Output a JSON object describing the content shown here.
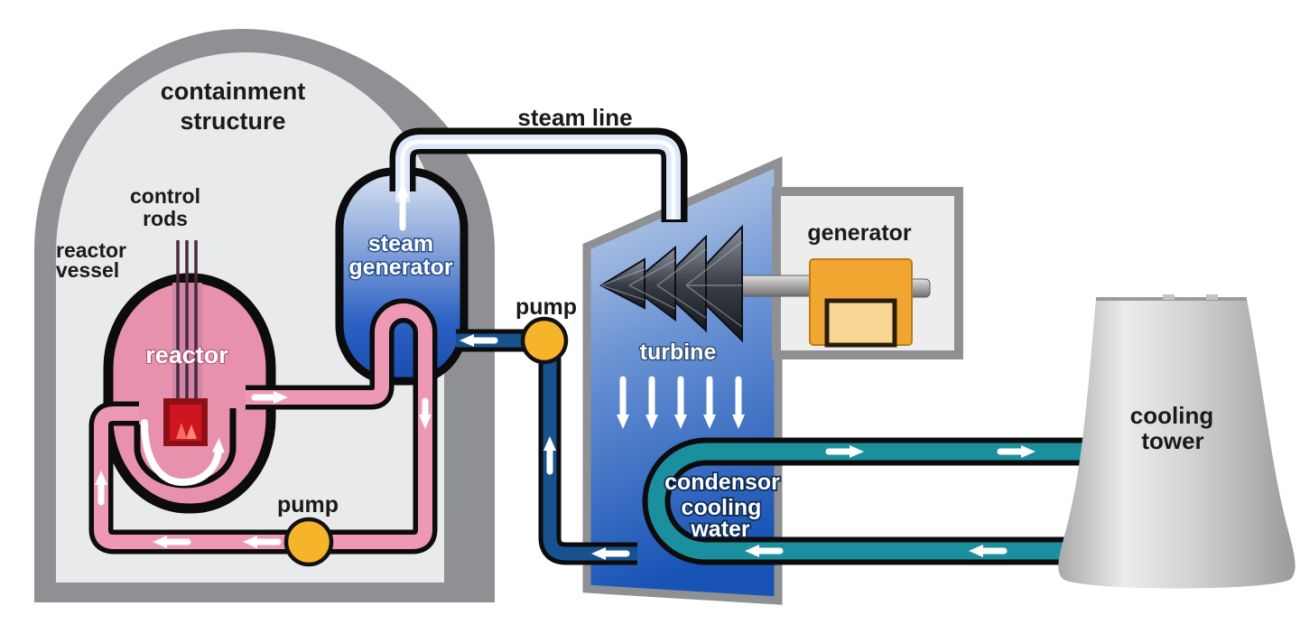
{
  "diagram": {
    "subject": "pressurized-water-reactor-power-plant-schematic",
    "labels": {
      "containment_structure": {
        "line1": "containment",
        "line2": "structure"
      },
      "steam_line": "steam line",
      "control_rods": {
        "line1": "control",
        "line2": "rods"
      },
      "reactor_vessel": {
        "line1": "reactor",
        "line2": "vessel"
      },
      "reactor": "reactor",
      "steam_generator": {
        "line1": "steam",
        "line2": "generator"
      },
      "primary_pump": "pump",
      "feedwater_pump": "pump",
      "turbine": "turbine",
      "generator": "generator",
      "condenser_cooling_water": {
        "line1": "condensor",
        "line2": "cooling",
        "line3": "water"
      },
      "cooling_tower": {
        "line1": "cooling",
        "line2": "tower"
      }
    },
    "icons": {
      "flow_arrow": "white arrow showing fluid flow direction",
      "circulation_arrow": "white curved arrow showing coolant circulation inside reactor vessel",
      "turbine_cones": "nested dark fan cones representing turbine blades",
      "pump": "yellow circle on a pipe"
    },
    "colors": {
      "background": "#ffffff",
      "containment_wall": "#8e9094",
      "containment_interior": "#e9eaec",
      "primary_loop_pink": "#ee99b4",
      "reactor_vessel_fill": "#e891ad",
      "reactor_core_red": "#cf1620",
      "steam_generator_top": "#d4def0",
      "steam_generator_bottom": "#1a4cb0",
      "steam_line_fill": "#dde7f7",
      "feedwater_blue": "#17528f",
      "condenser_loop_teal": "#1a8f9e",
      "pump_yellow": "#f6b42a",
      "turbine_panel_top": "#c9d6ea",
      "turbine_panel_bottom": "#1853b5",
      "generator_unit_orange": "#f2a632",
      "generator_unit_inner": "#f8d794",
      "cooling_tower_gray": "#d6d6d6",
      "outline_black": "#0c0c0c"
    }
  }
}
